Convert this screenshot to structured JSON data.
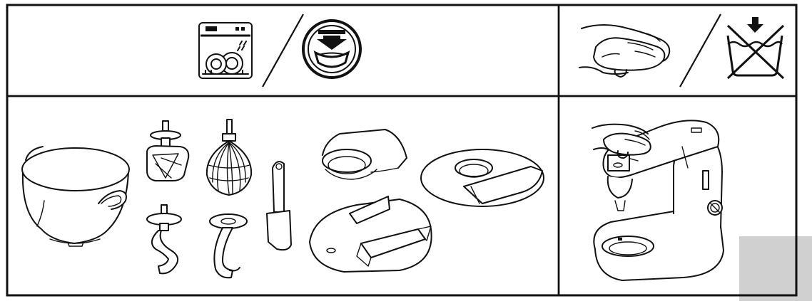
{
  "panels": {
    "top_left": {
      "symbols": [
        "dishwasher-icon",
        "slash",
        "top-rack-icon"
      ]
    },
    "top_right": {
      "symbols": [
        "hand-wipe-icon",
        "slash",
        "no-immerse-icon"
      ]
    },
    "bottom_left": {
      "items": [
        "mixing-bowl",
        "k-beater",
        "whisk",
        "dough-hook",
        "dough-hook-2",
        "spatula",
        "pouring-shield-small",
        "pouring-shield-large",
        "splash-guard"
      ]
    },
    "bottom_right": {
      "items": [
        "stand-mixer-body",
        "wiping-hand"
      ]
    }
  },
  "colors": {
    "line": "#111111",
    "corner_tab": "#d0d0d0",
    "background": "#ffffff"
  }
}
